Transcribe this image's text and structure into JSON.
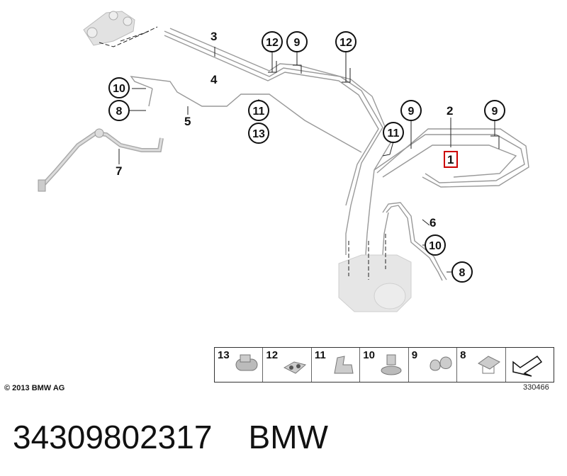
{
  "callouts": {
    "p3": "3",
    "p4": "4",
    "p5": "5",
    "p6": "6",
    "p7": "7",
    "p2": "2",
    "p1": "1",
    "c12a": "12",
    "c9a": "9",
    "c12b": "12",
    "c10a": "10",
    "c8a": "8",
    "c11a": "11",
    "c13a": "13",
    "c9b": "9",
    "c9c": "9",
    "c11b": "11",
    "c10b": "10",
    "c8b": "8"
  },
  "legend": [
    {
      "num": "13",
      "icon": "sleeve-clip-icon"
    },
    {
      "num": "12",
      "icon": "pipe-clip-icon"
    },
    {
      "num": "11",
      "icon": "double-clip-icon"
    },
    {
      "num": "10",
      "icon": "push-clip-icon"
    },
    {
      "num": "9",
      "icon": "twin-pipe-clip-icon"
    },
    {
      "num": "8",
      "icon": "bracket-clip-icon"
    },
    {
      "num": "",
      "icon": "arrow-icon"
    }
  ],
  "copyright": "© 2013 BMW AG",
  "diagram_id": "330466",
  "part_number": "34309802317",
  "brand": "BMW",
  "colors": {
    "highlight": "#cc0000",
    "pipe": "#888888",
    "component": "#dcdcdc"
  }
}
